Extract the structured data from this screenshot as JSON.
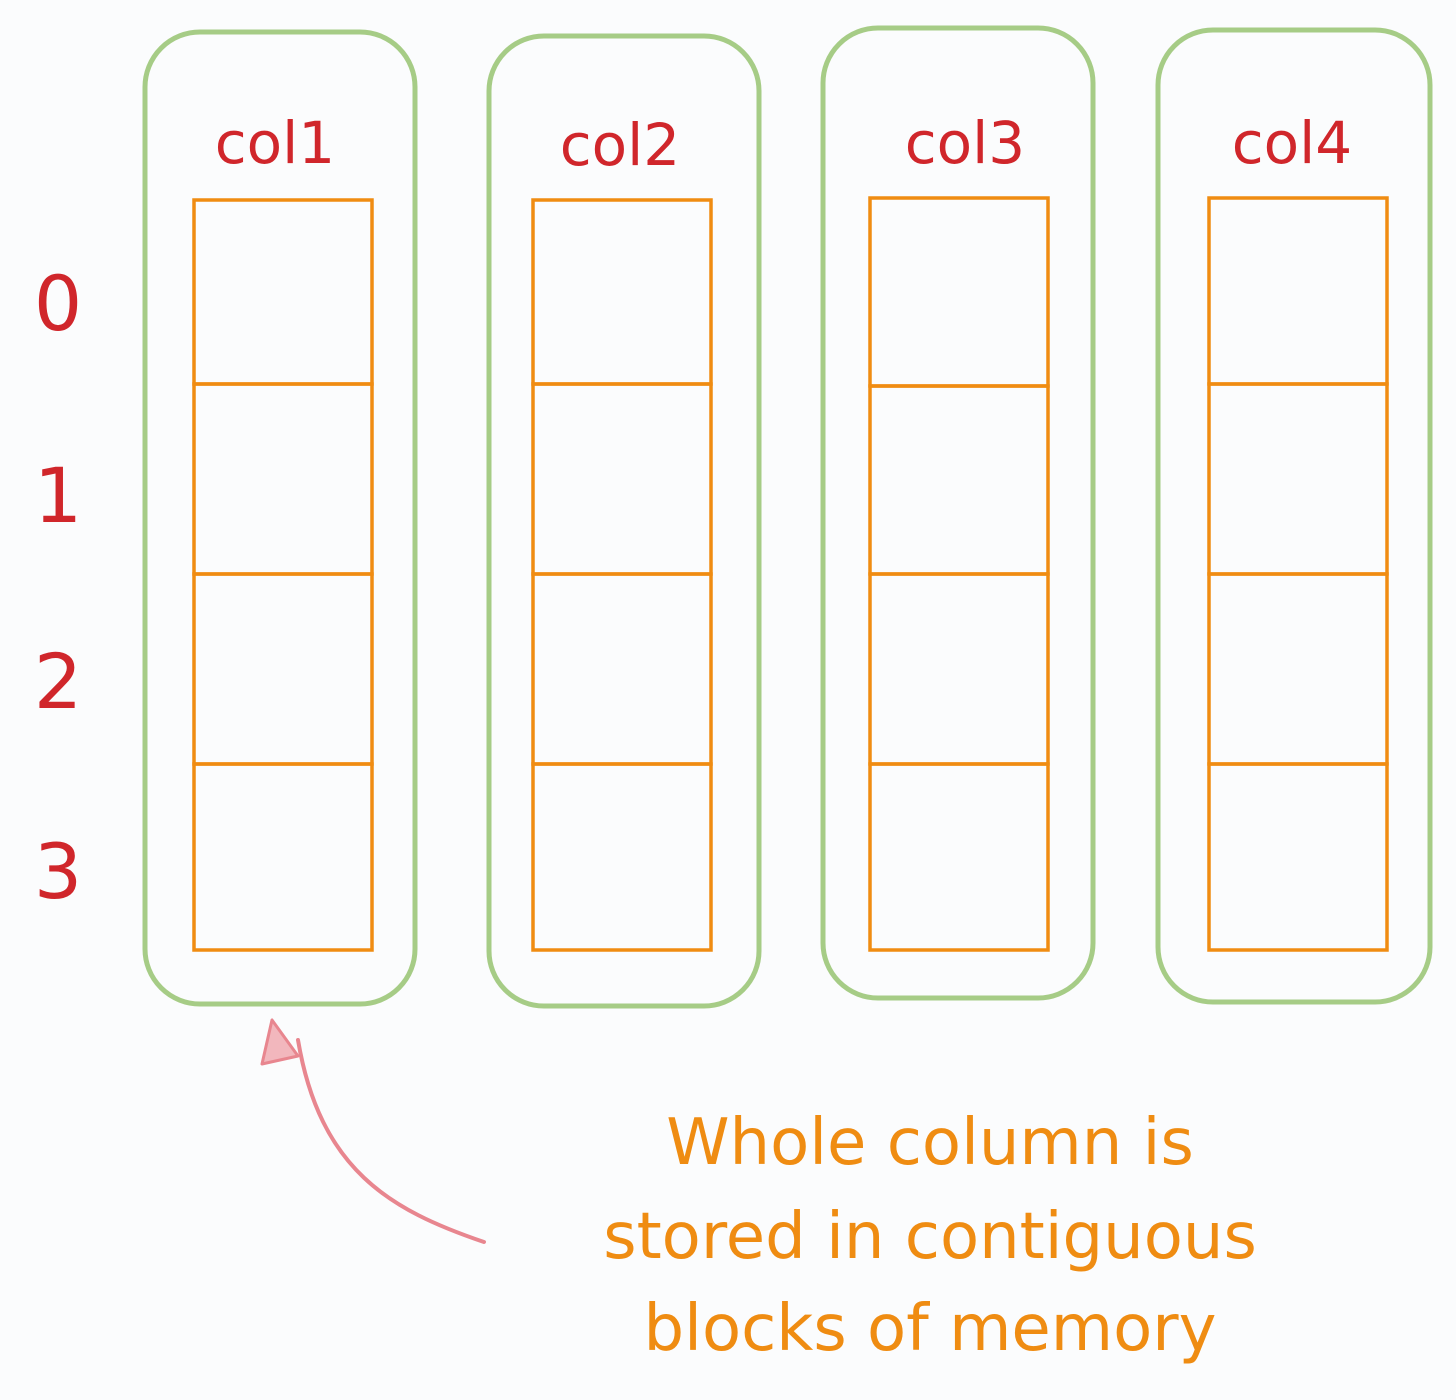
{
  "columns": [
    {
      "label": "col1"
    },
    {
      "label": "col2"
    },
    {
      "label": "col3"
    },
    {
      "label": "col4"
    }
  ],
  "row_labels": [
    "0",
    "1",
    "2",
    "3"
  ],
  "annotation": {
    "lines": [
      "Whole column is",
      "stored in contiguous",
      "blocks of memory"
    ]
  },
  "colors": {
    "column_border": "#a6cc86",
    "cell_border": "#f08c12",
    "label_text": "#d0262b",
    "annotation_text": "#ef8c12",
    "arrow": "#e8868f",
    "background": "#fbfcfd"
  }
}
